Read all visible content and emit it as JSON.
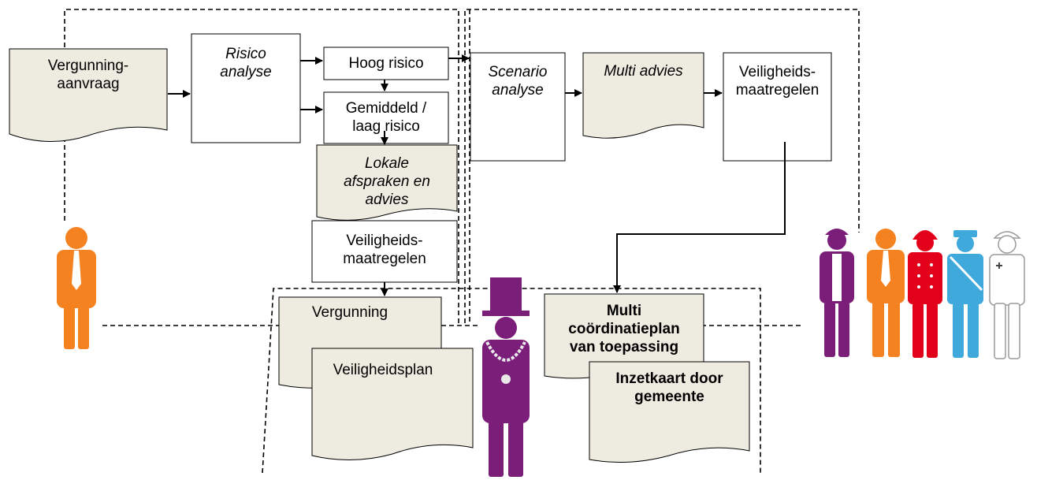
{
  "colors": {
    "document_fill": "#eeece1",
    "box_fill": "#ffffff",
    "stroke": "#000000",
    "applicant": "#f58220",
    "mayor": "#7b1e7a",
    "services": [
      "#7b1e7a",
      "#f58220",
      "#e2001a",
      "#3fa9dc",
      "#9a9a9a"
    ]
  },
  "nodes": {
    "vergunningaanvraag": "Vergunning-\naanvraag",
    "risico_analyse": "Risico\nanalyse",
    "hoog_risico": "Hoog risico",
    "gemiddeld_laag": "Gemiddeld /\nlaag risico",
    "lokale_afspraken": "Lokale\nafspraken en\nadvies",
    "veiligheidsmaatregelen_lokaal": "Veiligheids-\nmaatregelen",
    "scenario_analyse": "Scenario\nanalyse",
    "multi_advies": "Multi advies",
    "veiligheidsmaatregelen_multi": "Veiligheids-\nmaatregelen",
    "vergunning": "Vergunning",
    "veiligheidsplan": "Veiligheidsplan",
    "multi_coordinatieplan": "Multi\ncoördinatieplan\nvan toepassing",
    "inzetkaart": "Inzetkaart door\ngemeente"
  },
  "figures": {
    "applicant": "person-icon",
    "mayor": "mayor-icon",
    "services": [
      "event-organizer-icon",
      "municipality-icon",
      "fire-brigade-icon",
      "police-icon",
      "medical-icon"
    ]
  }
}
